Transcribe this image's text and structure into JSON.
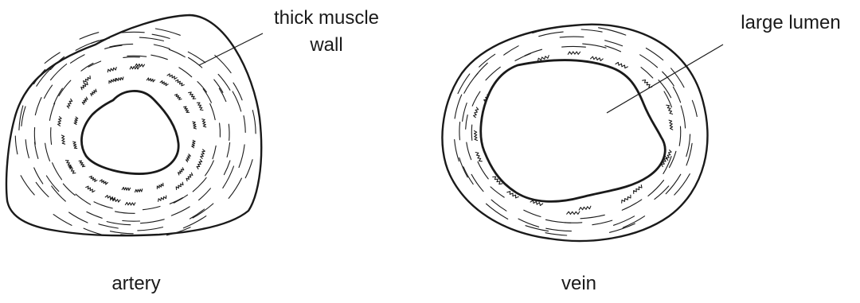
{
  "labels": {
    "artery_wall_line1": "thick muscle",
    "artery_wall_line2": "wall",
    "vein_lumen": "large lumen",
    "artery": "artery",
    "vein": "vein"
  }
}
